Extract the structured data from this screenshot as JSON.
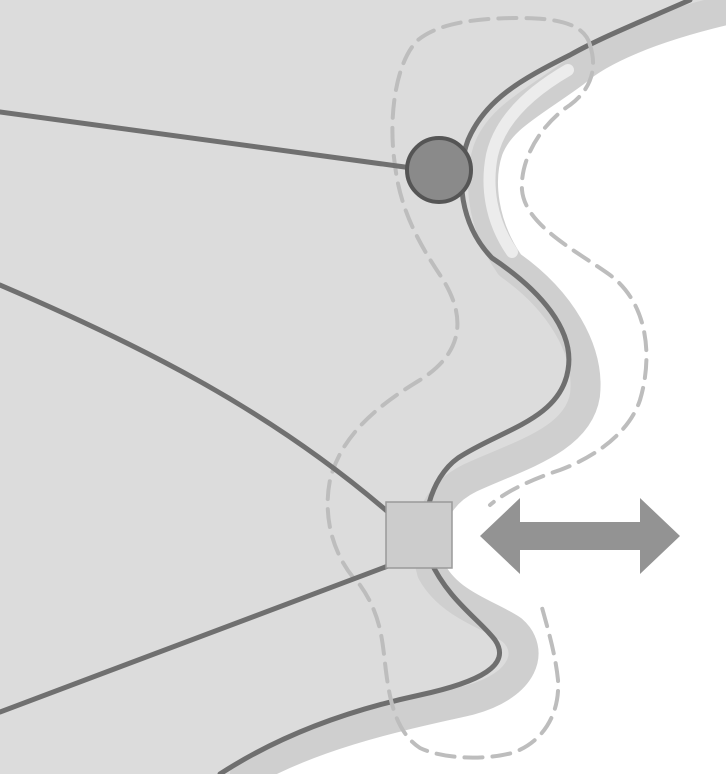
{
  "diagram": {
    "elements": [
      "land-region",
      "outer-buffer-band",
      "shoreline",
      "inner-dashed-boundary",
      "outer-dashed-boundary",
      "connecting-lines",
      "circle-node",
      "square-node",
      "double-headed-arrow"
    ]
  },
  "colors": {
    "background": "#ffffff",
    "land_fill": "#dcdcdc",
    "buffer_band": "#cfcfcf",
    "highlight": "#ececec",
    "shoreline": "#6f6f6f",
    "connector_line": "#707070",
    "dashed_boundary": "#bdbdbd",
    "circle_fill": "#8a8a8a",
    "circle_stroke": "#555555",
    "square_fill": "#cccccc",
    "square_stroke": "#9a9a9a",
    "arrow_fill": "#939393"
  }
}
